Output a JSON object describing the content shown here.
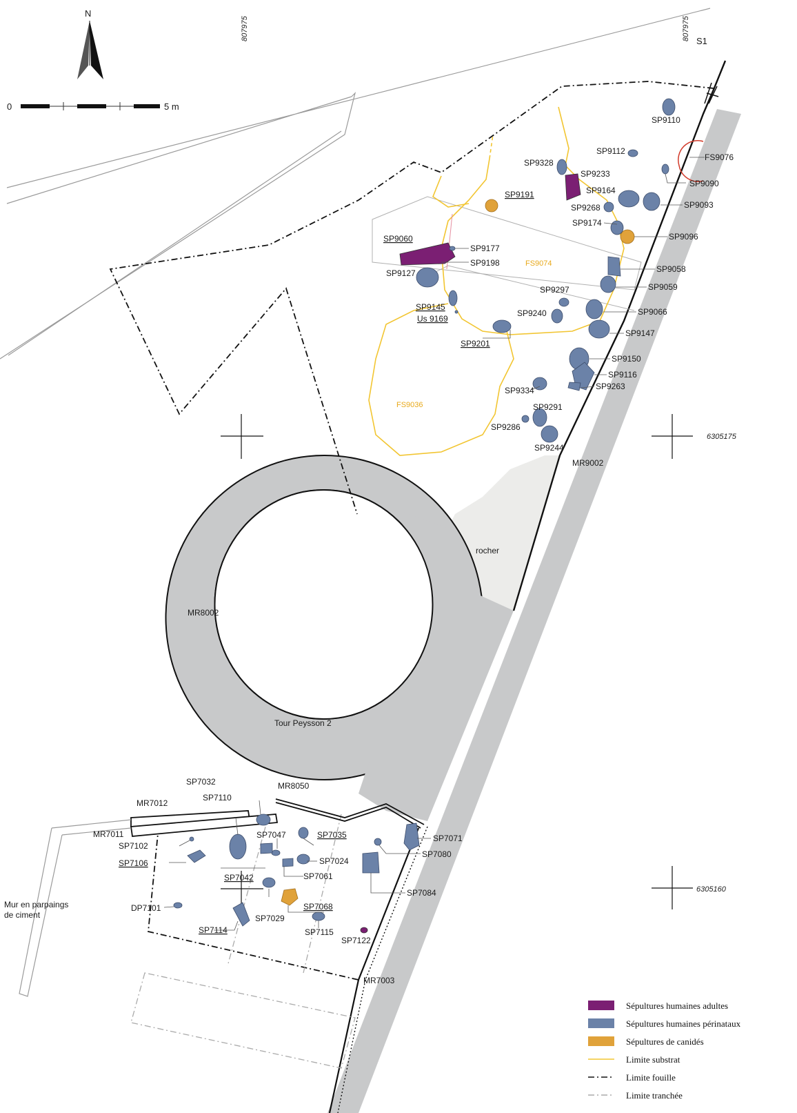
{
  "north": "N",
  "scale": {
    "start": "0",
    "end": "5 m"
  },
  "coords": {
    "x1": "807975",
    "x2": "807975",
    "y1": "6305175",
    "y2": "6305160"
  },
  "section": "S1",
  "zones": {
    "fs9074": "FS9074",
    "fs9036": "FS9036"
  },
  "places": {
    "rocher": "rocher",
    "tour": "Tour Peysson 2",
    "mur": "Mur en parpaings",
    "mur2": "de ciment"
  },
  "walls": {
    "mr9002": "MR9002",
    "mr8002": "MR8002",
    "mr8050": "MR8050",
    "mr7012": "MR7012",
    "mr7011": "MR7011",
    "mr7003": "MR7003"
  },
  "labels": {
    "sp9110": "SP9110",
    "sp9112": "SP9112",
    "fs9076": "FS9076",
    "sp9328": "SP9328",
    "sp9233": "SP9233",
    "sp9090": "SP9090",
    "sp9191": "SP9191",
    "sp9164": "SP9164",
    "sp9268": "SP9268",
    "sp9093": "SP9093",
    "sp9174": "SP9174",
    "sp9096": "SP9096",
    "sp9060": "SP9060",
    "sp9177": "SP9177",
    "sp9198": "SP9198",
    "sp9058": "SP9058",
    "sp9127": "SP9127",
    "sp9059": "SP9059",
    "sp9297": "SP9297",
    "sp9145": "SP9145",
    "us9169": "Us 9169",
    "sp9240": "SP9240",
    "sp9066": "SP9066",
    "sp9147": "SP9147",
    "sp9201": "SP9201",
    "sp9150": "SP9150",
    "sp9116": "SP9116",
    "sp9263": "SP9263",
    "sp9334": "SP9334",
    "sp9291": "SP9291",
    "sp9286": "SP9286",
    "sp9244": "SP9244",
    "sp7032": "SP7032",
    "sp7110": "SP7110",
    "sp7102": "SP7102",
    "sp7106": "SP7106",
    "sp7047": "SP7047",
    "sp7035": "SP7035",
    "sp7071": "SP7071",
    "sp7080": "SP7080",
    "sp7024": "SP7024",
    "sp7042": "SP7042",
    "sp7061": "SP7061",
    "sp7084": "SP7084",
    "dp7101": "DP7101",
    "sp7068": "SP7068",
    "sp7029": "SP7029",
    "sp7114": "SP7114",
    "sp7115": "SP7115",
    "sp7122": "SP7122"
  },
  "legend": [
    {
      "label": "Sépultures humaines adultes",
      "color": "#7b1f73"
    },
    {
      "label": "Sépultures humaines périnataux",
      "color": "#6b82a8"
    },
    {
      "label": "Sépultures de canidés",
      "color": "#e0a23a"
    },
    {
      "label": "Limite substrat",
      "color": "#f2c531"
    },
    {
      "label": "Limite fouille",
      "color": "#111111"
    },
    {
      "label": "Limite tranchée",
      "color": "#aaaaaa"
    }
  ],
  "colors": {
    "adult": "#7b1f73",
    "perinatal": "#6b82a8",
    "canid": "#e0a23a",
    "wall": "#c8c9ca",
    "rock": "#ececea",
    "substrate": "#f2c531"
  }
}
